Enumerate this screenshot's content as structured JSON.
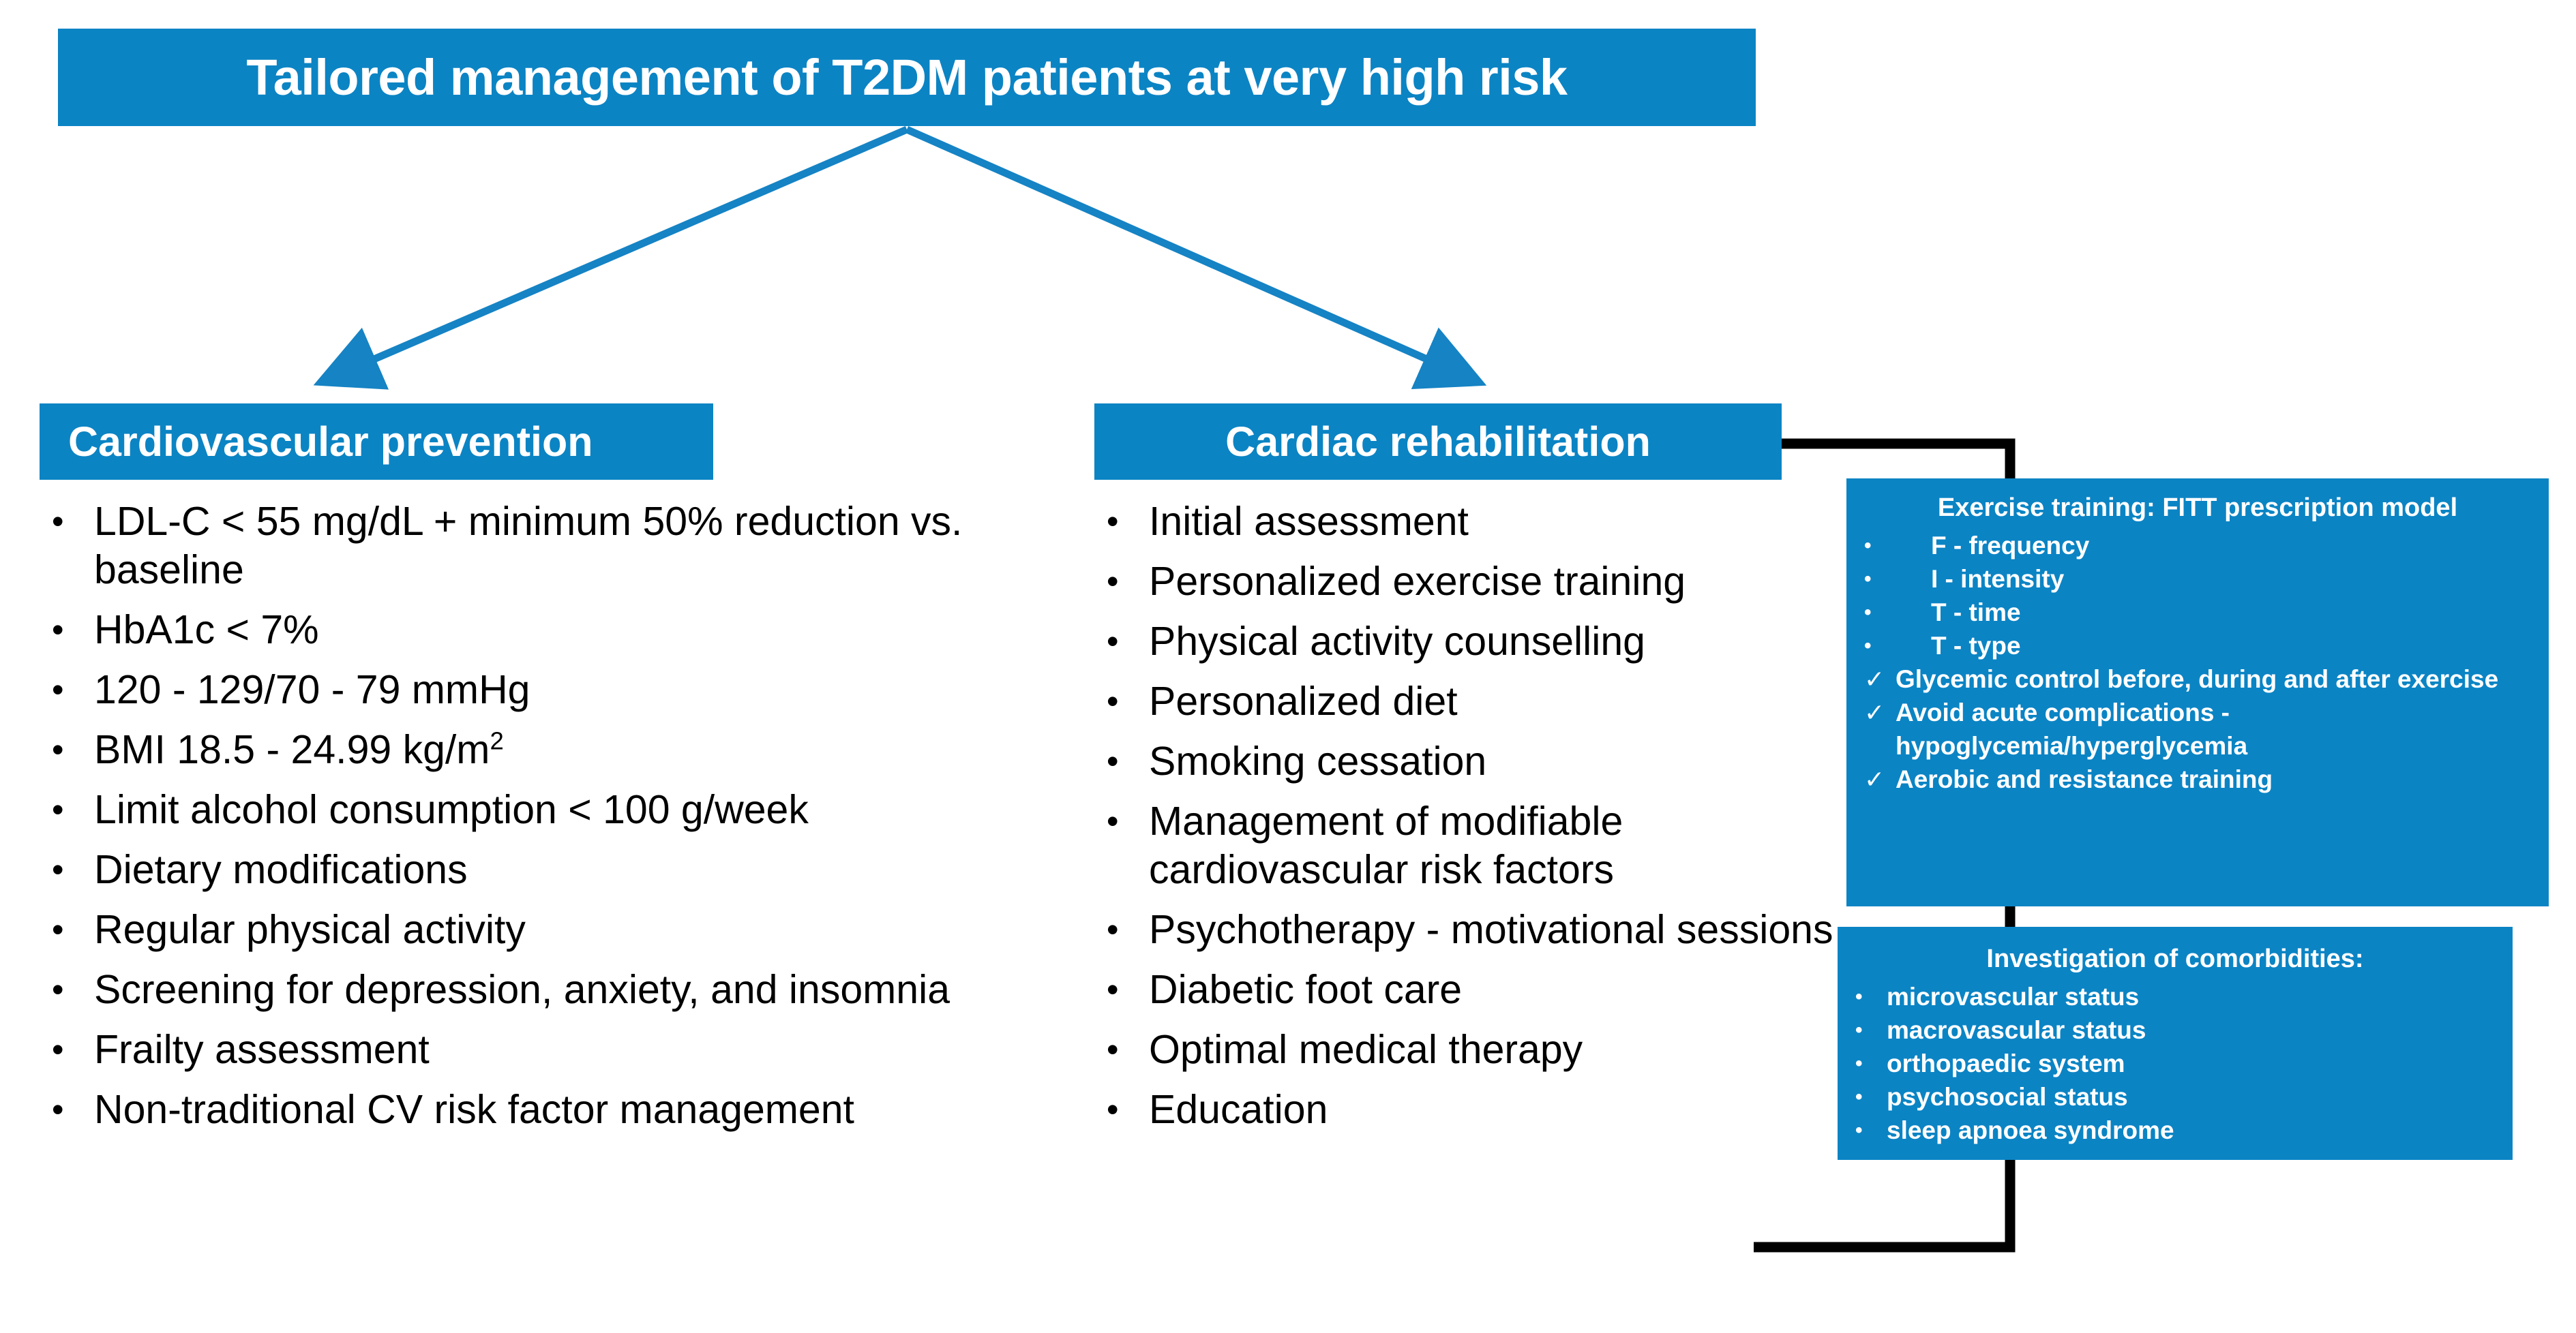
{
  "diagram": {
    "title": "Tailored management of T2DM patients at very high risk",
    "accent_color": "#0B84C4",
    "connector_color": "#000000",
    "arrow_color": "#1583C4"
  },
  "columns": [
    {
      "header": "Cardiovascular prevention",
      "bullet_marker": "•",
      "items": [
        "LDL-C < 55 mg/dL + minimum 50% reduction vs. baseline",
        "HbA1c < 7%",
        "120 - 129/70 - 79 mmHg",
        "BMI 18.5 - 24.99 kg/m²",
        "Limit alcohol consumption < 100 g/week",
        "Dietary modifications",
        "Regular physical activity",
        "Screening for depression, anxiety, and insomnia",
        "Frailty assessment",
        "Non-traditional CV risk factor management"
      ]
    },
    {
      "header": "Cardiac rehabilitation",
      "bullet_marker": "•",
      "items": [
        "Initial assessment",
        "Personalized exercise training",
        "Physical activity counselling",
        "Personalized diet",
        "Smoking cessation",
        "Management of modifiable cardiovascular risk factors",
        "Psychotherapy - motivational sessions",
        "Diabetic foot care",
        "Optimal medical therapy",
        "Education"
      ]
    }
  ],
  "panels": [
    {
      "title": "Exercise training: FITT prescription model",
      "lines": [
        {
          "marker": "•",
          "kind": "sub",
          "text": "F - frequency"
        },
        {
          "marker": "•",
          "kind": "sub",
          "text": "I - intensity"
        },
        {
          "marker": "•",
          "kind": "sub",
          "text": "T - time"
        },
        {
          "marker": "•",
          "kind": "sub",
          "text": "T - type"
        },
        {
          "marker": "✓",
          "kind": "check",
          "text": "Glycemic control before, during and after exercise"
        },
        {
          "marker": "✓",
          "kind": "check",
          "text": "Avoid acute complications - hypoglycemia/hyperglycemia"
        },
        {
          "marker": "✓",
          "kind": "check",
          "text": "Aerobic and resistance training"
        }
      ]
    },
    {
      "title": "Investigation of comorbidities:",
      "lines": [
        {
          "marker": "•",
          "kind": "bul",
          "text": "microvascular status"
        },
        {
          "marker": "•",
          "kind": "bul",
          "text": "macrovascular status"
        },
        {
          "marker": "•",
          "kind": "bul",
          "text": "orthopaedic system"
        },
        {
          "marker": "•",
          "kind": "bul",
          "text": "psychosocial status"
        },
        {
          "marker": "•",
          "kind": "bul",
          "text": "sleep apnoea syndrome"
        }
      ]
    }
  ]
}
